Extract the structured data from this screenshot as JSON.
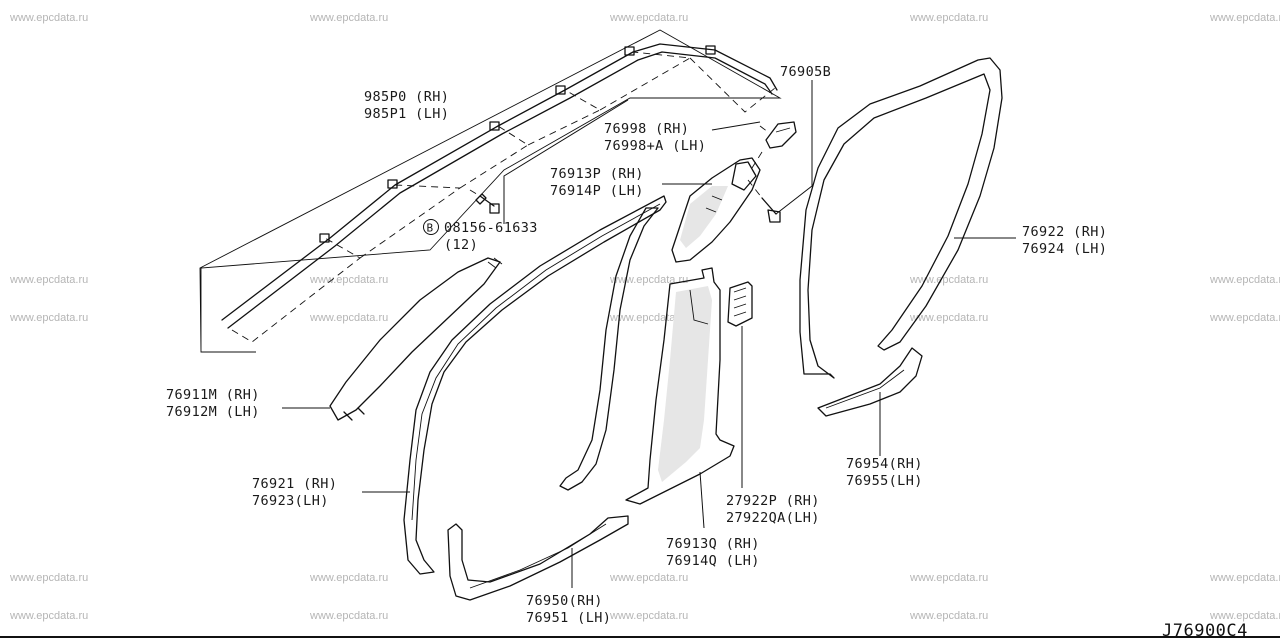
{
  "watermark": "www.epcdata.ru",
  "diagram_code": "J76900C4",
  "labels": {
    "l985P0": "985P0 (RH)",
    "l985P1": "985P1 (LH)",
    "l76905B": "76905B",
    "l76998": "76998    (RH)",
    "l76998A": "76998+A (LH)",
    "l76913P": "76913P (RH)",
    "l76914P": "76914P (LH)",
    "bolt_symbol": "B",
    "l08156": "08156-61633",
    "l08156qty": "(12)",
    "l76922": "76922 (RH)",
    "l76924": "76924 (LH)",
    "l76911M": "76911M (RH)",
    "l76912M": "76912M (LH)",
    "l76921": "76921 (RH)",
    "l76923": "76923(LH)",
    "l76954": "76954(RH)",
    "l76955": "76955(LH)",
    "l27922P": "27922P  (RH)",
    "l27922QA": "27922QA(LH)",
    "l76913Q": "76913Q (RH)",
    "l76914Q": "76914Q (LH)",
    "l76950": "76950(RH)",
    "l76951": "76951 (LH)"
  }
}
